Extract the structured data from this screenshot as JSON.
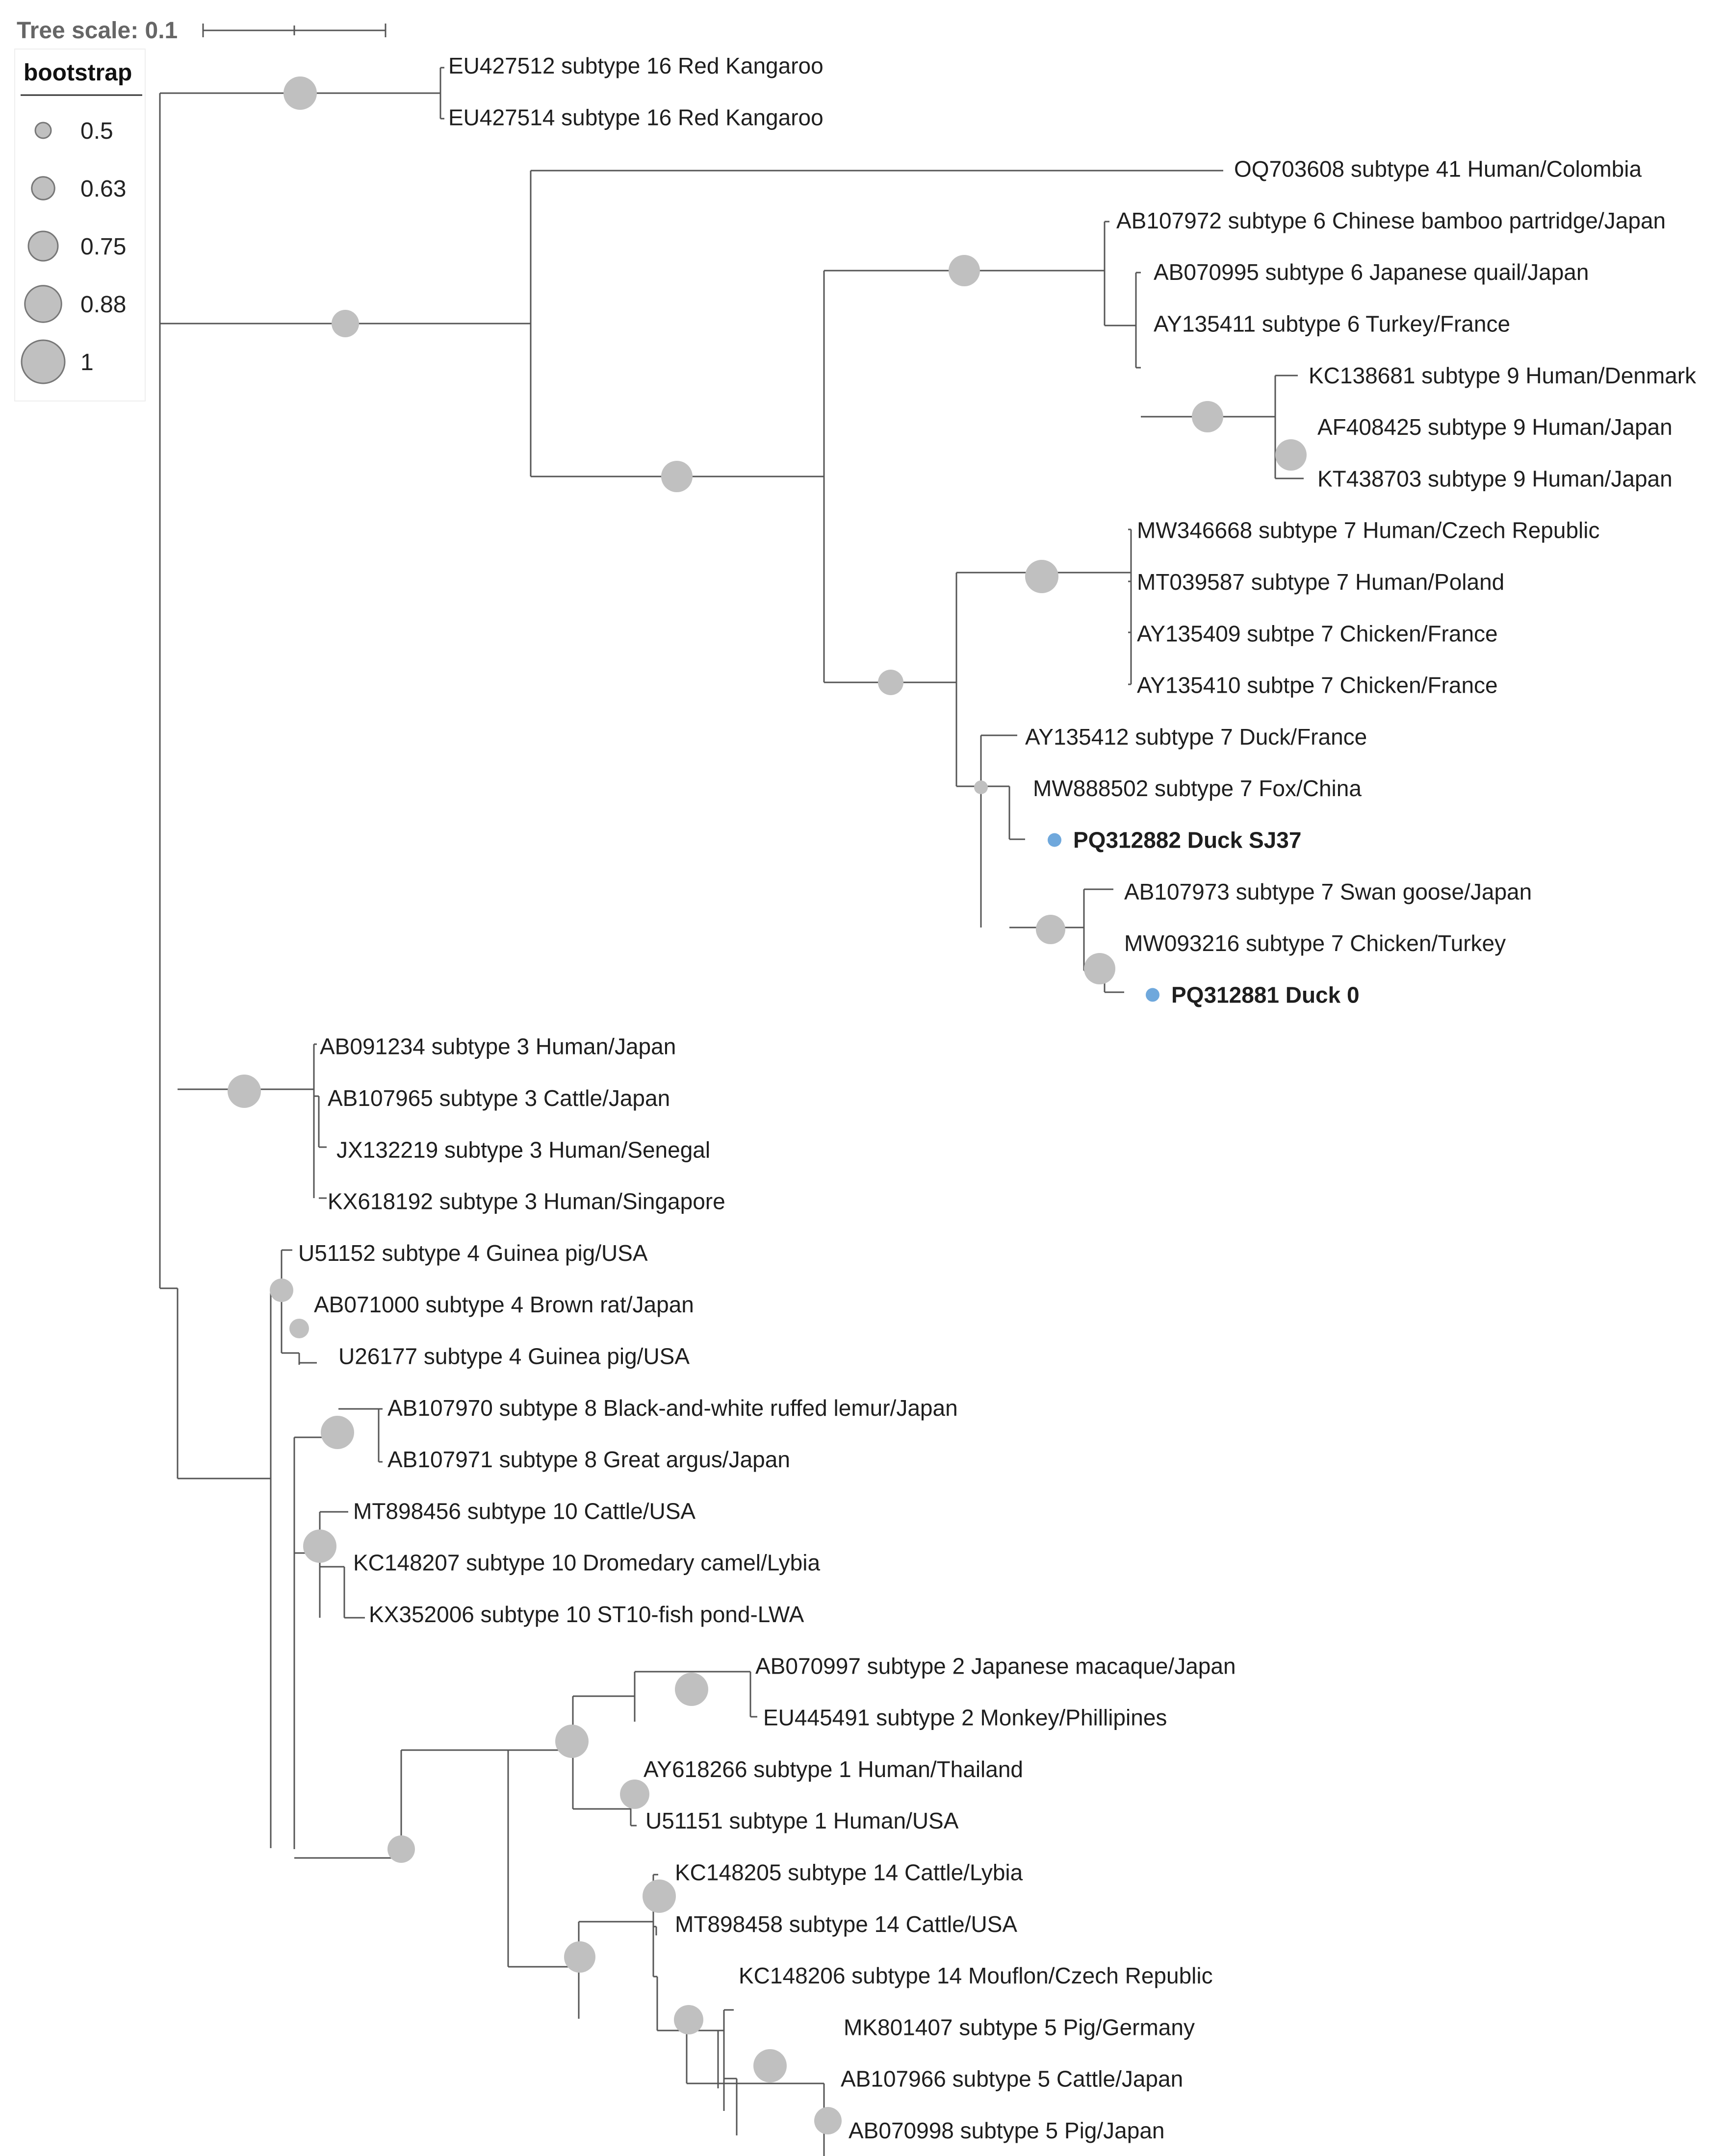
{
  "tree_scale": {
    "label": "Tree scale: 0.1"
  },
  "legend": {
    "title": "bootstrap",
    "items": [
      {
        "label": "0.5",
        "value": 0.5
      },
      {
        "label": "0.63",
        "value": 0.63
      },
      {
        "label": "0.75",
        "value": 0.75
      },
      {
        "label": "0.88",
        "value": 0.88
      },
      {
        "label": "1",
        "value": 1
      }
    ]
  },
  "colors": {
    "branch": "#555555",
    "bootstrap_dot": "#c0c0c0",
    "highlight": "#6fa8dc"
  },
  "leaves": [
    {
      "label": "EU427512 subtype 16 Red Kangaroo"
    },
    {
      "label": "EU427514 subtype 16 Red Kangaroo"
    },
    {
      "label": "OQ703608 subtype 41 Human/Colombia"
    },
    {
      "label": "AB107972 subtype 6 Chinese bamboo partridge/Japan"
    },
    {
      "label": "AB070995 subtype 6 Japanese quail/Japan"
    },
    {
      "label": "AY135411 subtype 6 Turkey/France"
    },
    {
      "label": "KC138681 subtype 9 Human/Denmark"
    },
    {
      "label": "AF408425 subtype 9 Human/Japan"
    },
    {
      "label": "KT438703 subtype 9 Human/Japan"
    },
    {
      "label": "MW346668 subtype 7 Human/Czech Republic"
    },
    {
      "label": "MT039587 subtype 7 Human/Poland"
    },
    {
      "label": "AY135409 subtpe 7 Chicken/France"
    },
    {
      "label": "AY135410 subtpe 7 Chicken/France"
    },
    {
      "label": "AY135412 subtype 7 Duck/France"
    },
    {
      "label": "MW888502 subtype 7 Fox/China"
    },
    {
      "label": "PQ312882 Duck SJ37",
      "highlight": true
    },
    {
      "label": "AB107973 subtype 7 Swan goose/Japan"
    },
    {
      "label": "MW093216 subtype 7 Chicken/Turkey"
    },
    {
      "label": "PQ312881 Duck 0",
      "highlight": true
    },
    {
      "label": "AB091234 subtype 3 Human/Japan"
    },
    {
      "label": "AB107965 subtype 3 Cattle/Japan"
    },
    {
      "label": "JX132219 subtype 3 Human/Senegal"
    },
    {
      "label": "KX618192 subtype 3 Human/Singapore"
    },
    {
      "label": "U51152 subtype 4 Guinea pig/USA"
    },
    {
      "label": "AB071000 subtype 4 Brown rat/Japan"
    },
    {
      "label": "U26177 subtype 4 Guinea pig/USA"
    },
    {
      "label": "AB107970 subtype 8 Black-and-white ruffed lemur/Japan"
    },
    {
      "label": "AB107971 subtype 8 Great argus/Japan"
    },
    {
      "label": "MT898456 subtype 10 Cattle/USA"
    },
    {
      "label": "KC148207 subtype 10 Dromedary camel/Lybia"
    },
    {
      "label": "KX352006 subtype 10 ST10-fish pond-LWA"
    },
    {
      "label": "AB070997 subtype 2 Japanese macaque/Japan"
    },
    {
      "label": "EU445491 subtype 2 Monkey/Phillipines"
    },
    {
      "label": "AY618266 subtype 1 Human/Thailand"
    },
    {
      "label": "U51151 subtype 1 Human/USA"
    },
    {
      "label": "KC148205 subtype 14 Cattle/Lybia"
    },
    {
      "label": "MT898458 subtype 14 Cattle/USA"
    },
    {
      "label": "KC148206 subtype 14 Mouflon/Czech Republic"
    },
    {
      "label": "MK801407 subtype 5 Pig/Germany"
    },
    {
      "label": "AB107966 subtype 5 Cattle/Japan"
    },
    {
      "label": "AB070998 subtype 5 Pig/Japan"
    }
  ]
}
